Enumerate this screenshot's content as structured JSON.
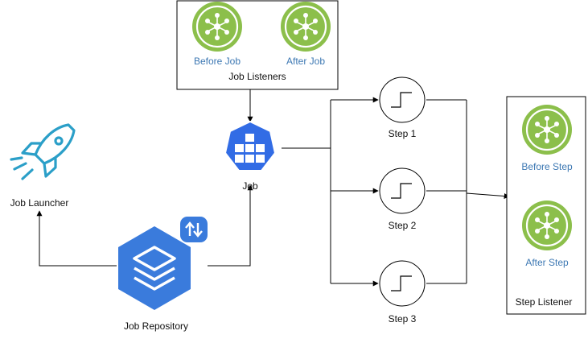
{
  "colors": {
    "listener_green": "#8cbf4b",
    "listener_blue_text": "#3d78b3",
    "kube_blue": "#326ce5",
    "repo_blue": "#3a7bdc",
    "launcher_teal": "#2b9fc8",
    "line": "#000000"
  },
  "job_listeners": {
    "title": "Job Listeners",
    "before": "Before Job",
    "after": "After Job",
    "icon": "listener-hub-icon"
  },
  "job": {
    "label": "Job",
    "icon": "kubernetes-job-icon"
  },
  "launcher": {
    "label": "Job Launcher",
    "icon": "rocket-icon"
  },
  "repository": {
    "label": "Job Repository",
    "icon": "stacked-layers-icon",
    "badge_icon": "sync-arrows-icon"
  },
  "steps": [
    {
      "label": "Step 1",
      "icon": "step-pulse-icon"
    },
    {
      "label": "Step 2",
      "icon": "step-pulse-icon"
    },
    {
      "label": "Step 3",
      "icon": "step-pulse-icon"
    }
  ],
  "step_listener": {
    "title": "Step Listener",
    "before": "Before Step",
    "after": "After Step",
    "icon": "listener-hub-icon"
  }
}
